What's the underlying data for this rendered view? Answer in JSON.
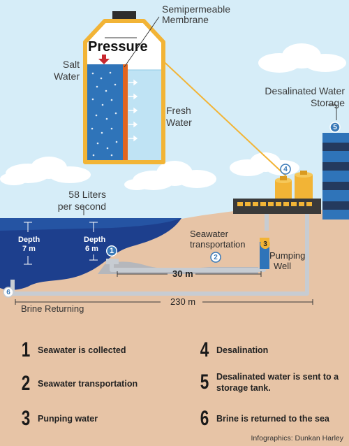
{
  "membrane": {
    "pressure": "Pressure",
    "semipermeable_line1": "Semipermeable",
    "semipermeable_line2": "Membrane",
    "salt_line1": "Salt",
    "salt_line2": "Water",
    "fresh_line1": "Fresh",
    "fresh_line2": "Water"
  },
  "storage": {
    "line1": "Desalinated Water",
    "line2": "Storage"
  },
  "flow": {
    "line1": "58 Liters",
    "line2": "per second"
  },
  "depths": [
    {
      "label": "Depth",
      "value": "7 m"
    },
    {
      "label": "Depth",
      "value": "6 m"
    }
  ],
  "transport": {
    "line1": "Seawater",
    "line2": "transportation"
  },
  "pumping": {
    "line1": "Pumping",
    "line2": "Well"
  },
  "distances": {
    "short": "30 m",
    "long": "230 m"
  },
  "brine": "Brine Returning",
  "markers": [
    "1",
    "2",
    "3",
    "4",
    "5",
    "6"
  ],
  "legend": [
    {
      "num": "1",
      "text": "Seawater is collected"
    },
    {
      "num": "2",
      "text": "Seawater transportation"
    },
    {
      "num": "3",
      "text": "Punping water"
    },
    {
      "num": "4",
      "text": "Desalination"
    },
    {
      "num": "5",
      "text": "Desalinated water is sent to a storage tank."
    },
    {
      "num": "6",
      "text": "Brine is returned to the sea"
    }
  ],
  "credit": "Infographics: Dunkan Harley",
  "colors": {
    "sky": "#d4ecf7",
    "sea": "#1e3f8e",
    "sand": "#e7c4a6",
    "pipe": "#c9cdd2",
    "tank_frame": "#f2b436",
    "salt_water": "#2f74b9",
    "fresh_water": "#bfe3f4",
    "membrane": "#e2651f",
    "marker": "#3a7ab8"
  }
}
